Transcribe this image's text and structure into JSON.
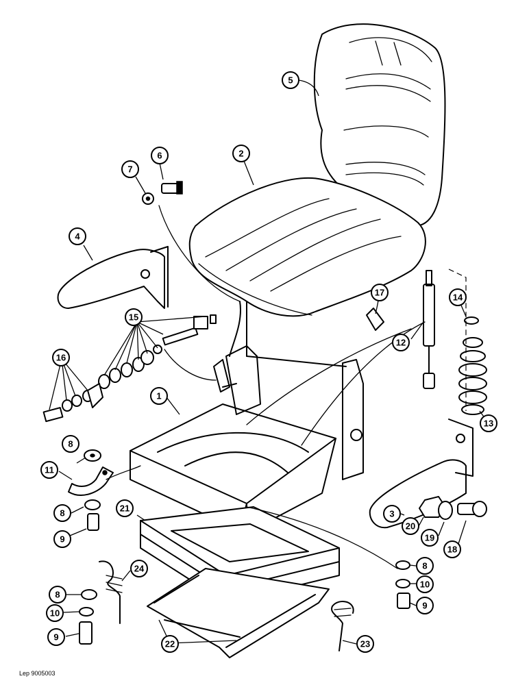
{
  "reference_code": "Lep 9005003",
  "callouts": [
    {
      "label": "1"
    },
    {
      "label": "2"
    },
    {
      "label": "3"
    },
    {
      "label": "4"
    },
    {
      "label": "5"
    },
    {
      "label": "6"
    },
    {
      "label": "7"
    },
    {
      "label": "8"
    },
    {
      "label": "8"
    },
    {
      "label": "8"
    },
    {
      "label": "8"
    },
    {
      "label": "9"
    },
    {
      "label": "9"
    },
    {
      "label": "9"
    },
    {
      "label": "10"
    },
    {
      "label": "10"
    },
    {
      "label": "11"
    },
    {
      "label": "12"
    },
    {
      "label": "13"
    },
    {
      "label": "14"
    },
    {
      "label": "15"
    },
    {
      "label": "16"
    },
    {
      "label": "17"
    },
    {
      "label": "18"
    },
    {
      "label": "19"
    },
    {
      "label": "20"
    },
    {
      "label": "21"
    },
    {
      "label": "22"
    },
    {
      "label": "23"
    },
    {
      "label": "24"
    }
  ]
}
